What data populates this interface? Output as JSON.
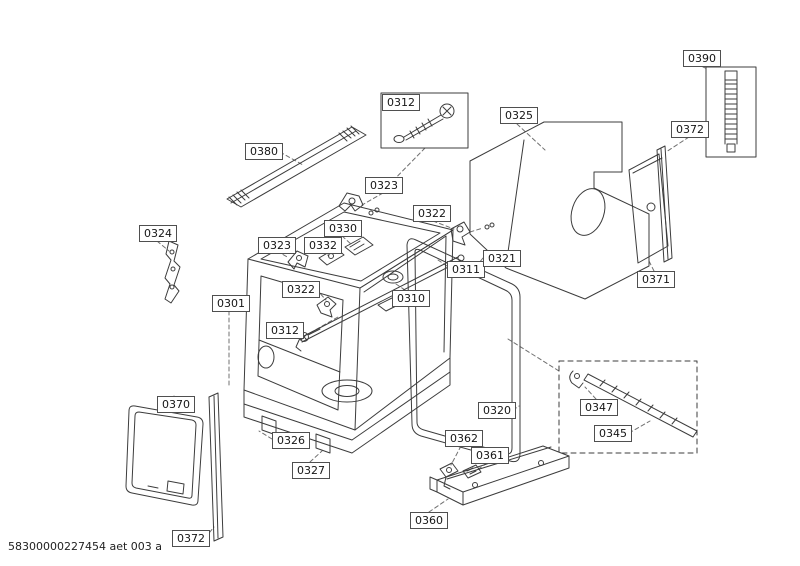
{
  "diagram": {
    "kind": "exploded-parts-diagram",
    "doc_code": "58300000227454 aet 003 a",
    "colors": {
      "background": "#ffffff",
      "line": "#3c3c3c",
      "leader": "#707070",
      "label_border": "#4f4f4f"
    },
    "labels": {
      "p0390": "0390",
      "p0312_top": "0312",
      "p0325": "0325",
      "p0372_right": "0372",
      "p0380": "0380",
      "p0323_top": "0323",
      "p0322_right": "0322",
      "p0324": "0324",
      "p0330": "0330",
      "p0332": "0332",
      "p0323_left": "0323",
      "p0322_left": "0322",
      "p0311": "0311",
      "p0321": "0321",
      "p0310": "0310",
      "p0301": "0301",
      "p0312_left": "0312",
      "p0371": "0371",
      "p0370": "0370",
      "p0326": "0326",
      "p0327": "0327",
      "p0320": "0320",
      "p0347": "0347",
      "p0345": "0345",
      "p0362": "0362",
      "p0361": "0361",
      "p0360": "0360",
      "p0372_left": "0372"
    }
  }
}
